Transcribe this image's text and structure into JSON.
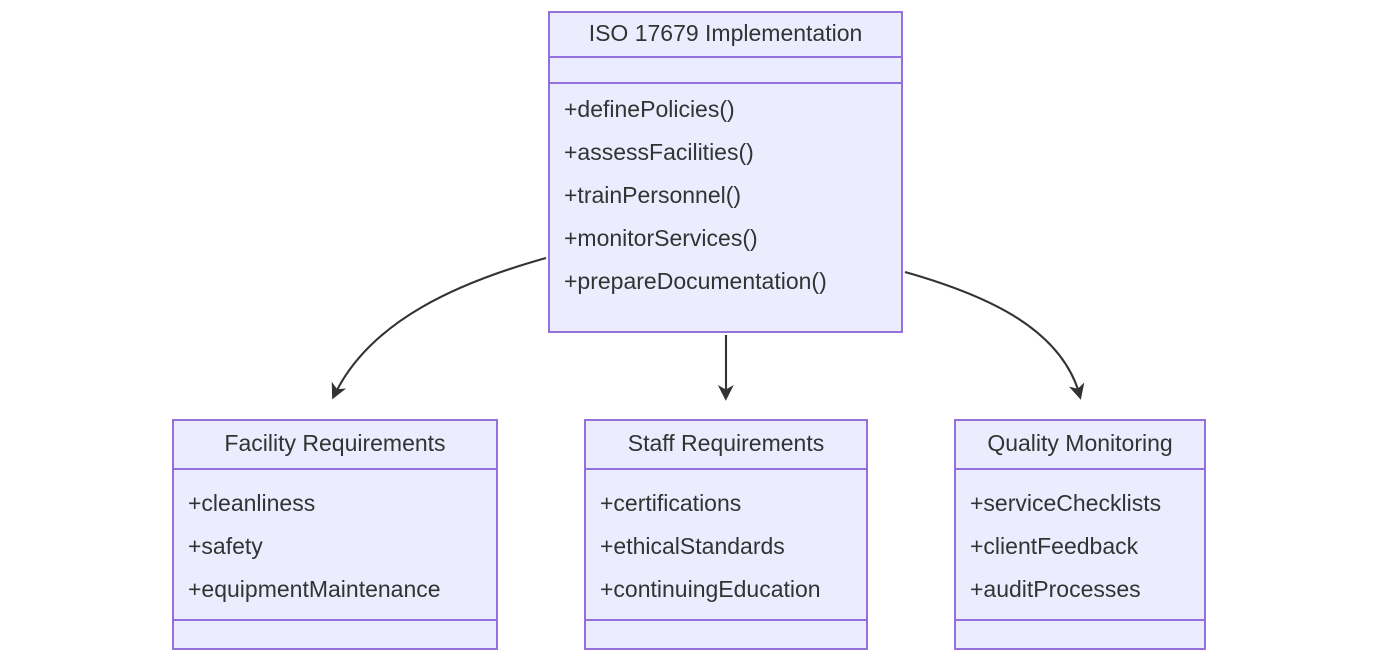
{
  "diagram": {
    "type": "uml-class-diagram",
    "title": "ISO 17679 Implementation",
    "colors": {
      "node_fill": "#ECECFF",
      "node_border": "#9370DB",
      "text": "#333333",
      "edge": "#333333",
      "background": "#FFFFFF"
    },
    "nodes": [
      {
        "id": "root",
        "name": "ISO 17679 Implementation",
        "attributes": [],
        "methods": [
          "+definePolicies()",
          "+assessFacilities()",
          "+trainPersonnel()",
          "+monitorServices()",
          "+prepareDocumentation()"
        ]
      },
      {
        "id": "facility",
        "name": "Facility Requirements",
        "attributes": [
          "+cleanliness",
          "+safety",
          "+equipmentMaintenance"
        ],
        "methods": []
      },
      {
        "id": "staff",
        "name": "Staff Requirements",
        "attributes": [
          "+certifications",
          "+ethicalStandards",
          "+continuingEducation"
        ],
        "methods": []
      },
      {
        "id": "quality",
        "name": "Quality Monitoring",
        "attributes": [
          "+serviceChecklists",
          "+clientFeedback",
          "+auditProcesses"
        ],
        "methods": []
      }
    ],
    "edges": [
      {
        "from": "root",
        "to": "facility",
        "style": "curved",
        "arrow": "filled-triangle"
      },
      {
        "from": "root",
        "to": "staff",
        "style": "straight",
        "arrow": "filled-triangle"
      },
      {
        "from": "root",
        "to": "quality",
        "style": "curved",
        "arrow": "filled-triangle"
      }
    ]
  }
}
